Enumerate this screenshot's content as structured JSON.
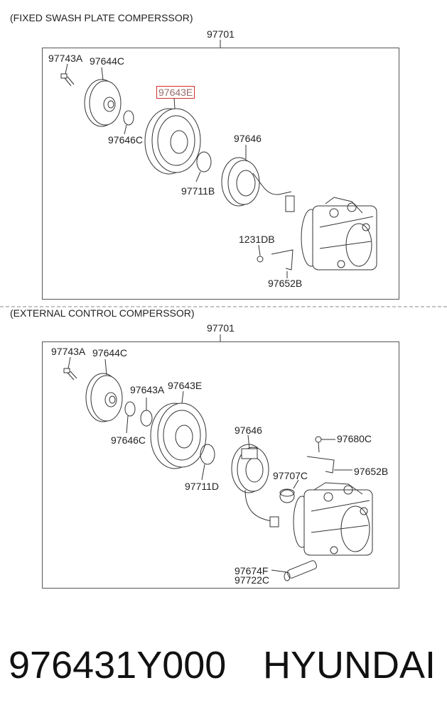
{
  "section1": {
    "title": "(FIXED SWASH PLATE COMPERSSOR)",
    "assembly": "97701",
    "labels": {
      "bolt": "97743A",
      "hub": "97644C",
      "shim": "97646C",
      "pulley": "97643E",
      "snap_ring": "97711B",
      "coil": "97646",
      "screw": "1231DB",
      "bracket": "97652B"
    }
  },
  "section2": {
    "title": "(EXTERNAL CONTROL COMPERSSOR)",
    "assembly": "97701",
    "labels": {
      "bolt": "97743A",
      "hub": "97644C",
      "shim": "97646C",
      "shim2": "97643A",
      "pulley": "97643E",
      "snap_ring": "97711D",
      "coil": "97646",
      "screw": "97680C",
      "bracket": "97652B",
      "cap": "97707C",
      "valve1": "97674F",
      "valve2": "97722C"
    }
  },
  "footer": {
    "part_number": "976431Y000",
    "brand": "HYUNDAI"
  },
  "colors": {
    "highlight": "#d32f2f",
    "line": "#333333"
  }
}
